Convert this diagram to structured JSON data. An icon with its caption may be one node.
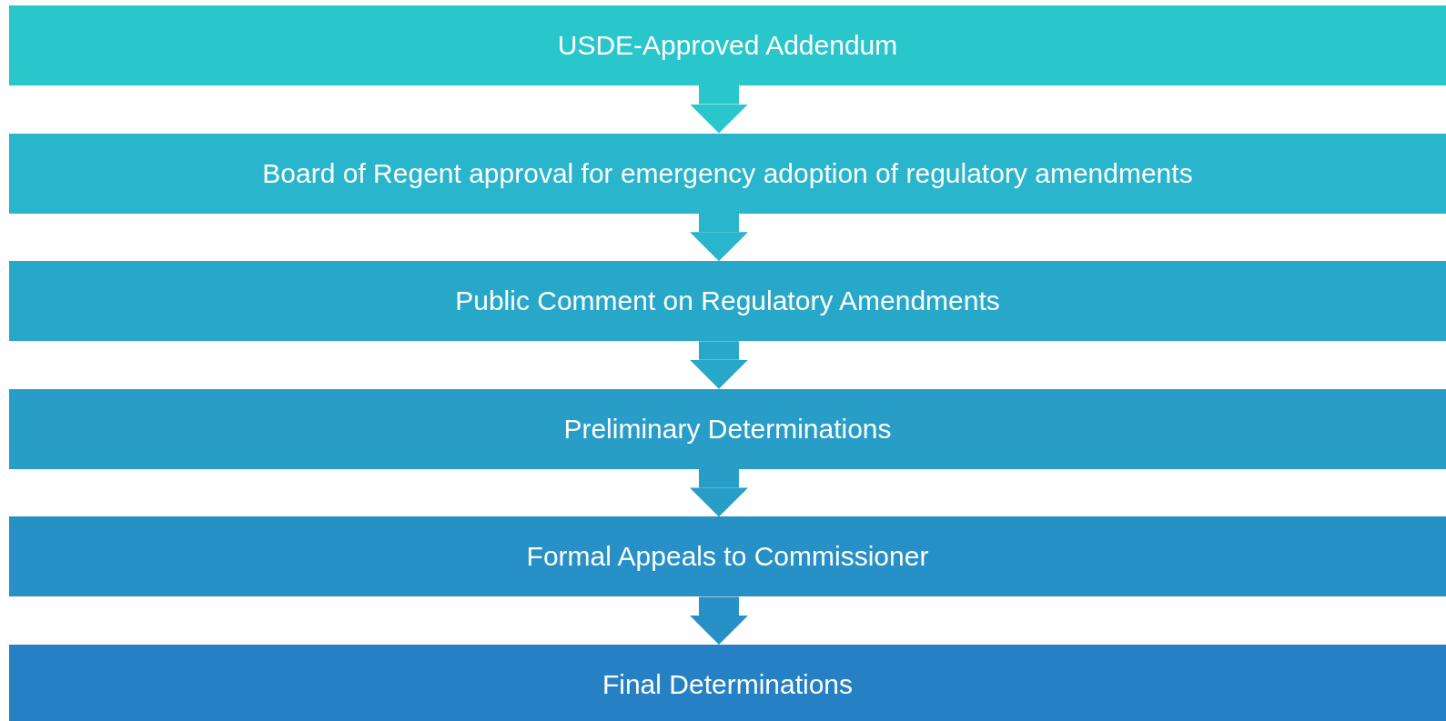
{
  "diagram": {
    "nodes": [
      {
        "text": [
          "USDE-Approved Addendum"
        ]
      },
      {
        "text": [
          "Board of Regent approval for emergency adoption of regulatory amendments"
        ]
      },
      {
        "text": [
          "Public Comment on Regulatory Amendments"
        ]
      },
      {
        "text": [
          "Preliminary Determinations"
        ]
      },
      {
        "text": [
          "Formal Appeals to Commissioner"
        ]
      },
      {
        "text": [
          "Final Determinations"
        ]
      }
    ],
    "edges": [
      {
        "from": 0,
        "to": 1,
        "arrow": "to"
      },
      {
        "from": 1,
        "to": 2,
        "arrow": "to"
      },
      {
        "from": 2,
        "to": 3,
        "arrow": "to"
      },
      {
        "from": 3,
        "to": 4,
        "arrow": "to"
      },
      {
        "from": 4,
        "to": 5,
        "arrow": "to"
      }
    ]
  }
}
